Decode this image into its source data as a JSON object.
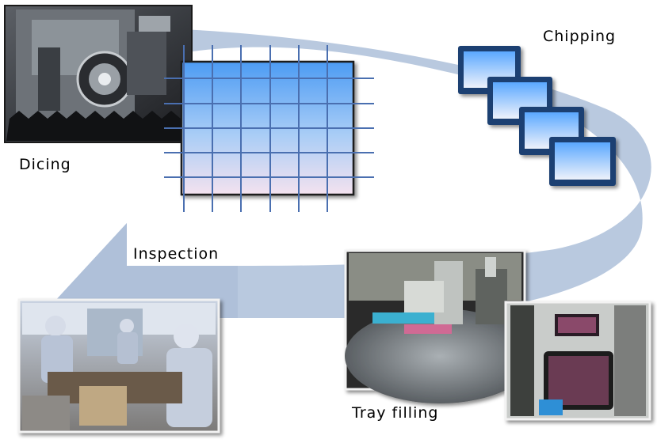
{
  "labels": {
    "dicing": "Dicing",
    "chipping": "Chipping",
    "inspection": "Inspection",
    "tray_filling": "Tray filling"
  },
  "colors": {
    "arrow": "#b9c9df",
    "grid_line": "#4a6fb0",
    "wafer_top": "#4d9cf4",
    "wafer_bottom": "#f4e2ef",
    "chip_border": "#1e3f72",
    "chip_top": "#5aa8ff",
    "chip_bottom": "#eef2fb"
  },
  "photos": {
    "dicing": "dicing-machine-photo",
    "inspection": "cleanroom-inspection-photo",
    "tray_wafer": "wafer-pick-and-place-photo",
    "tray_filled": "filled-chip-tray-photo"
  }
}
